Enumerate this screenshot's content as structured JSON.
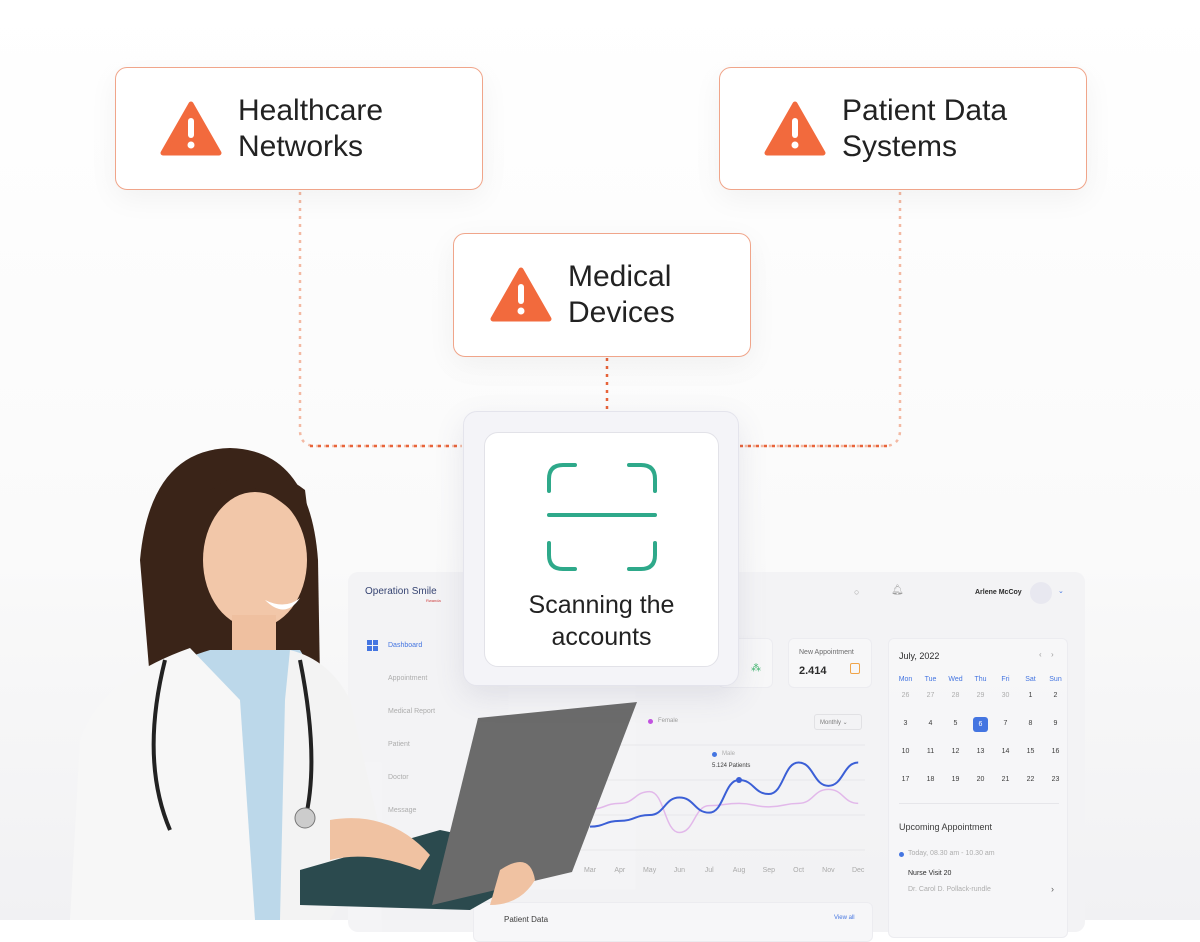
{
  "alerts": [
    {
      "label_line1": "Healthcare",
      "label_line2": "Networks",
      "icon": "warning-triangle-icon"
    },
    {
      "label_line1": "Patient Data",
      "label_line2": "Systems",
      "icon": "warning-triangle-icon"
    },
    {
      "label_line1": "Medical",
      "label_line2": "Devices",
      "icon": "warning-triangle-icon"
    }
  ],
  "scanner": {
    "line1": "Scanning the",
    "line2": "accounts",
    "icon": "scan-frame-icon"
  },
  "colors": {
    "accent": "#f26a3d",
    "scan": "#2ea98a",
    "link": "#3b6fe0",
    "female": "#c04be0"
  },
  "dashboard": {
    "logo": "Operation Smile",
    "logo_sub": "Rwanda",
    "user": "Arlene McCoy",
    "nav": [
      "Dashboard",
      "Appointment",
      "Medical Report",
      "Patient",
      "Doctor",
      "Message"
    ],
    "stat_card": {
      "label": "New Appointment",
      "value": "2.414"
    },
    "chart": {
      "legend_female": "Female",
      "legend_male": "Male",
      "period": "Monthly",
      "tooltip": "5.124 Patients"
    },
    "patient_data_title": "Patient Data",
    "view_all": "View all",
    "calendar": {
      "title": "July, 2022",
      "days": [
        "Mon",
        "Tue",
        "Wed",
        "Thu",
        "Fri",
        "Sat",
        "Sun"
      ],
      "weeks": [
        [
          "26",
          "27",
          "28",
          "29",
          "30",
          "1",
          "2"
        ],
        [
          "3",
          "4",
          "5",
          "6",
          "7",
          "8",
          "9"
        ],
        [
          "10",
          "11",
          "12",
          "13",
          "14",
          "15",
          "16"
        ],
        [
          "17",
          "18",
          "19",
          "20",
          "21",
          "22",
          "23"
        ]
      ],
      "selected": "6"
    },
    "upcoming": {
      "title": "Upcoming Appointment",
      "time": "Today, 08.30 am - 10.30 am",
      "name": "Nurse Visit 20",
      "doctor": "Dr. Carol D. Pollack-rundle"
    }
  },
  "chart_data": {
    "type": "line",
    "categories": [
      "Mar",
      "Apr",
      "May",
      "Jun",
      "Jul",
      "Aug",
      "Sep",
      "Oct",
      "Nov",
      "Dec"
    ],
    "series": [
      {
        "name": "Male",
        "values": [
          20,
          25,
          30,
          45,
          32,
          60,
          48,
          75,
          55,
          75
        ]
      },
      {
        "name": "Female",
        "values": [
          35,
          40,
          50,
          15,
          38,
          40,
          37,
          40,
          52,
          40
        ]
      }
    ],
    "annotations": [
      "5.124 Patients"
    ]
  }
}
